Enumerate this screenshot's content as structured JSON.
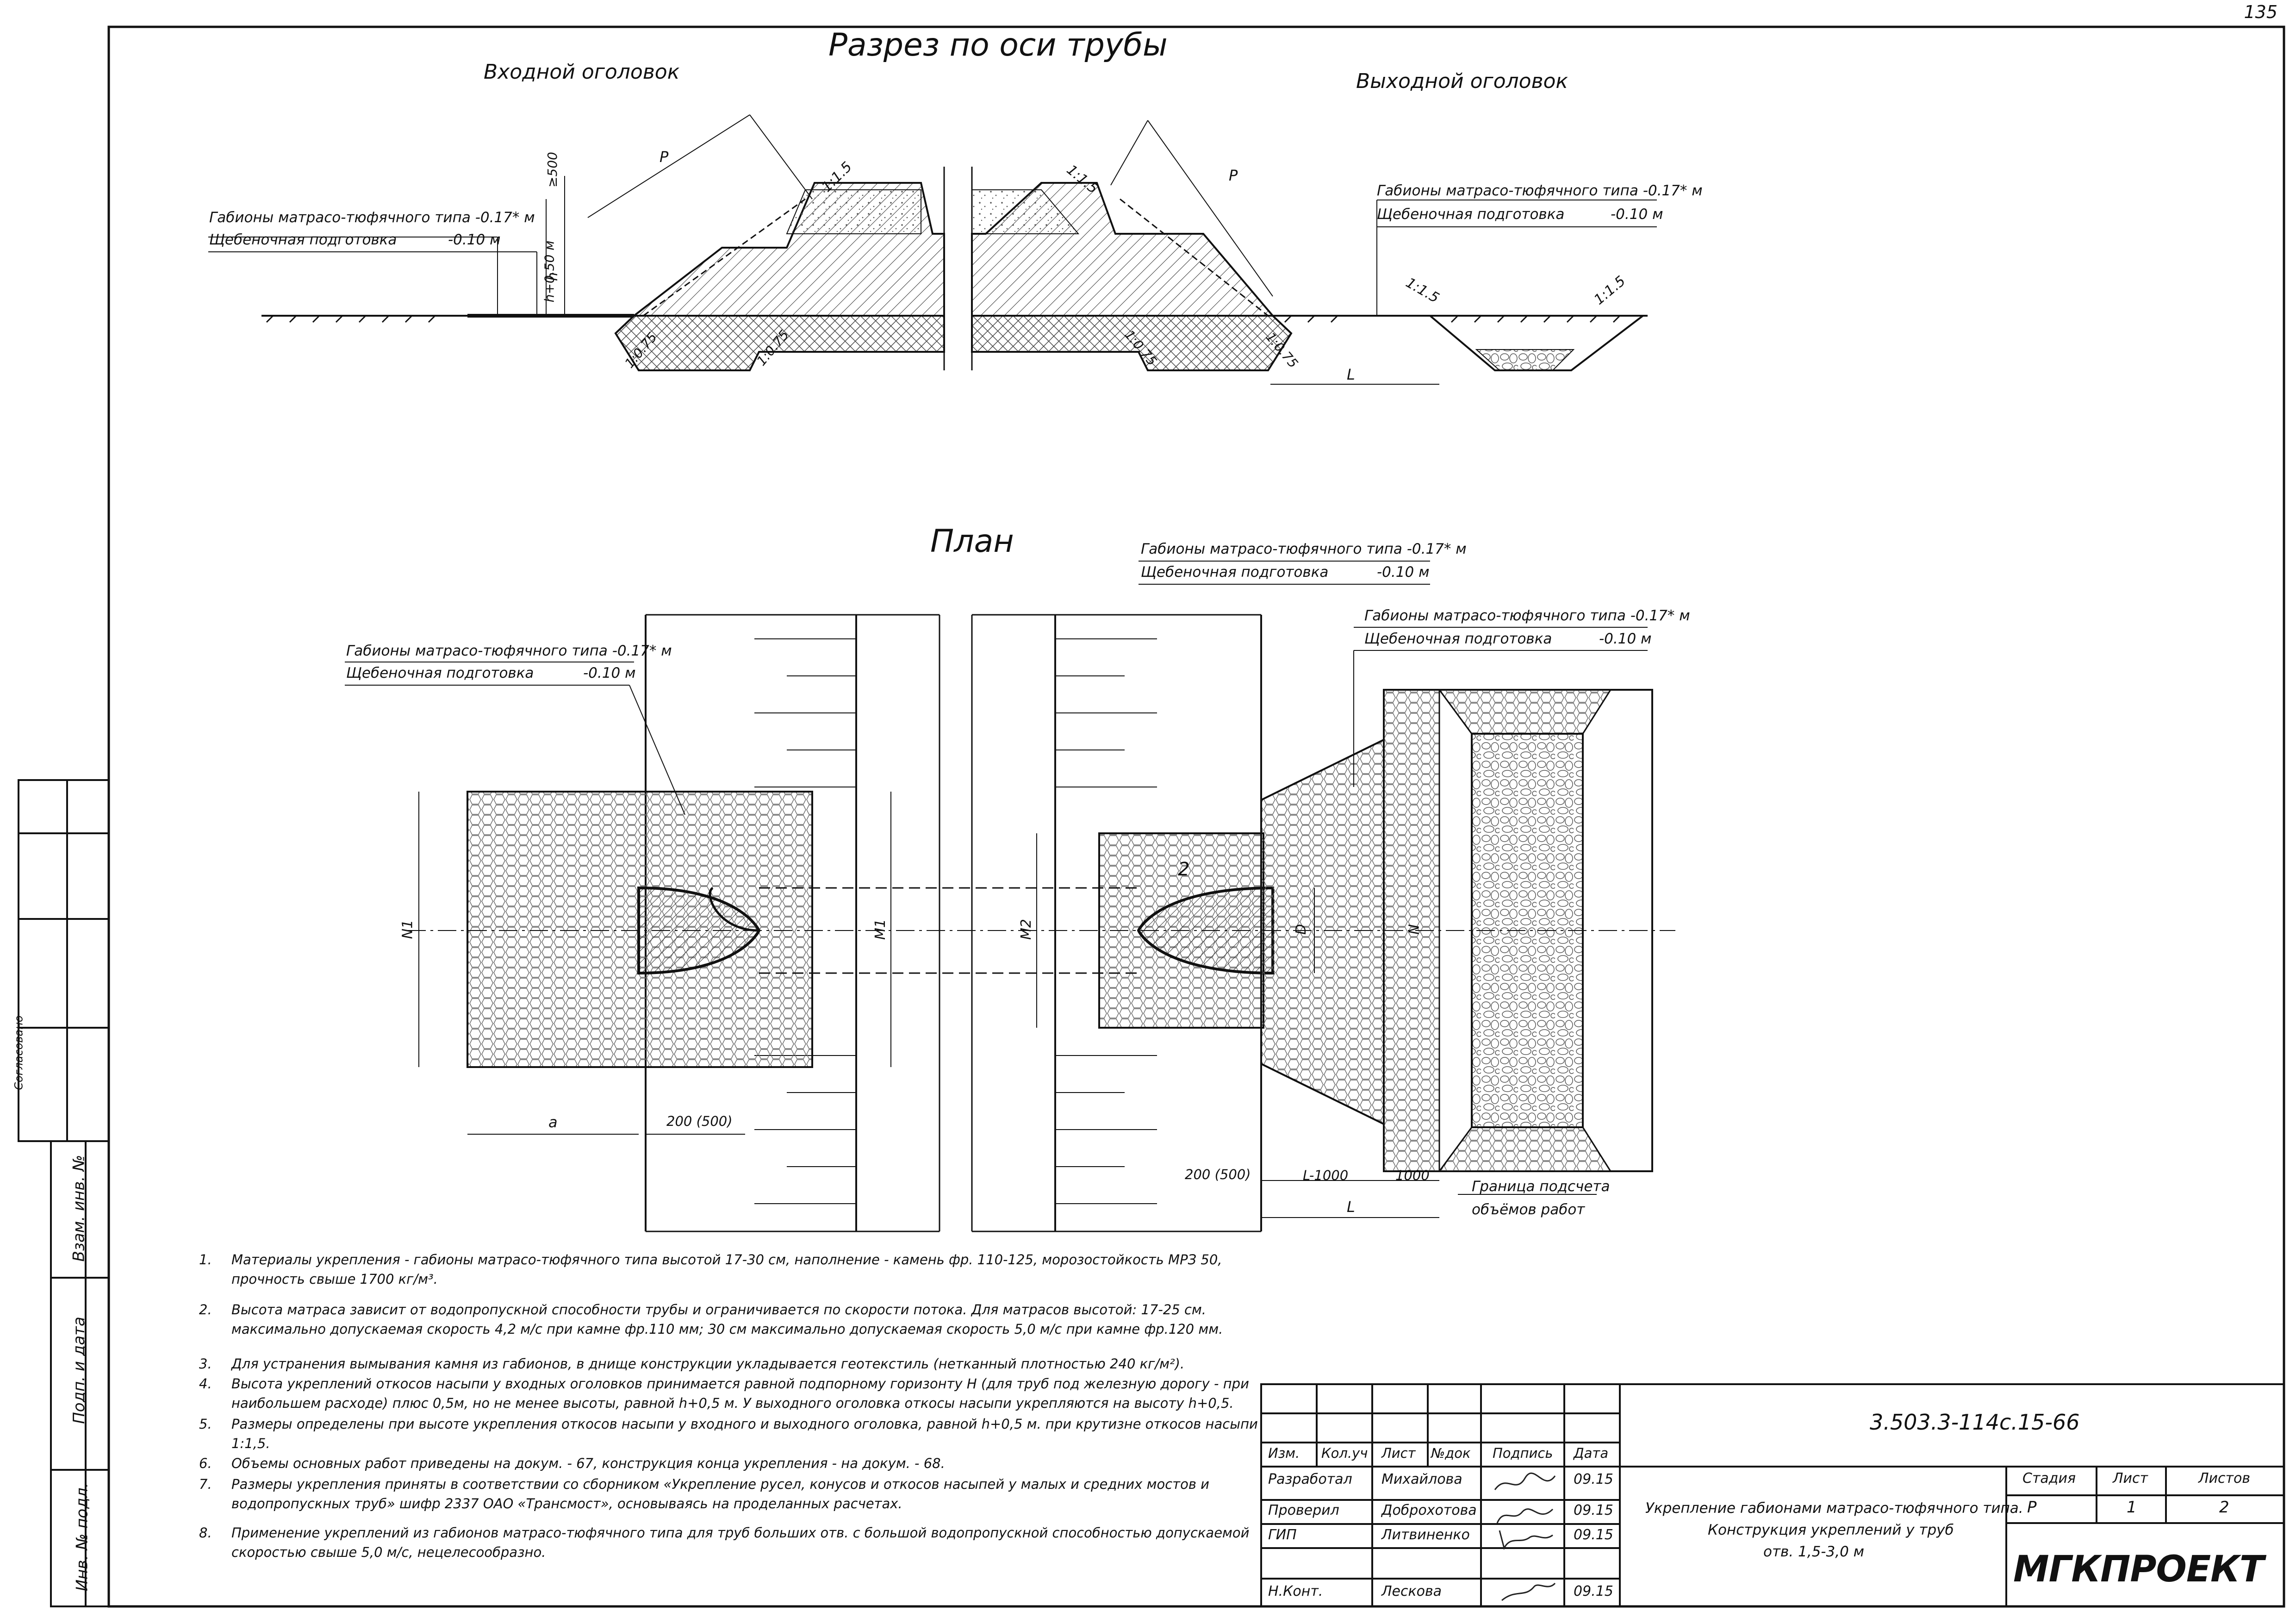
{
  "page_number": "135",
  "section": {
    "title": "Разрез по оси трубы",
    "inlet_label": "Входной оголовок",
    "outlet_label": "Выходной оголовок",
    "gabion_label": "Габионы матрасо-тюфячного типа -0.17* м",
    "gravel_label": "Щебеночная подготовка",
    "gravel_value": "-0.10 м",
    "slope_1_15": "1:1.5",
    "slope_1_075": "1:0.75",
    "dim_p": "P",
    "dim_500": "≥500",
    "dim_h": "h",
    "dim_h050": "h+0.50 м",
    "dim_l": "L"
  },
  "plan": {
    "title": "План",
    "gabion_label": "Габионы матрасо-тюфячного типа -0.17* м",
    "gravel_label": "Щебеночная подготовка",
    "gravel_value": "-0.10 м",
    "dim_n1": "N1",
    "dim_m1": "M1",
    "dim_m2": "M2",
    "dim_d": "D",
    "dim_n": "N",
    "dim_a": "a",
    "dim_200_500_left": "200 (500)",
    "dim_200_500_right": "200 (500)",
    "dim_l1000": "L-1000",
    "dim_1000": "1000",
    "dim_l": "L",
    "marker_2": "2",
    "boundary_line1": "Граница подсчета",
    "boundary_line2": "объёмов работ"
  },
  "notes": [
    {
      "num": "1.",
      "text": "Материалы укрепления - габионы матрасо-тюфячного типа высотой 17-30 см, наполнение - камень фр. 110-125, морозостойкость МРЗ 50, прочность свыше 1700 кг/м³."
    },
    {
      "num": "2.",
      "text": "Высота матраса зависит от водопропускной способности трубы и ограничивается по скорости потока. Для матрасов высотой: 17-25 см. максимально допускаемая скорость 4,2 м/с при камне фр.110 мм; 30 см максимально допускаемая скорость 5,0 м/с при камне фр.120 мм."
    },
    {
      "num": "3.",
      "text": "Для устранения вымывания камня из габионов, в днище конструкции укладывается геотекстиль (нетканный плотностью 240 кг/м²)."
    },
    {
      "num": "4.",
      "text": "Высота укреплений откосов насыпи у входных оголовков принимается равной подпорному горизонту Н (для труб под железную дорогу - при наибольшем расходе) плюс 0,5м, но не менее высоты, равной h+0,5 м. У выходного оголовка откосы насыпи укрепляются на высоту h+0,5."
    },
    {
      "num": "5.",
      "text": "Размеры определены при высоте укрепления откосов насыпи у входного и выходного оголовка, равной h+0,5 м. при крутизне откосов насыпи 1:1,5."
    },
    {
      "num": "6.",
      "text": "Объемы основных работ приведены на докум. - 67, конструкция конца укрепления - на докум. - 68."
    },
    {
      "num": "7.",
      "text": "Размеры укрепления приняты в соответствии со сборником «Укрепление русел, конусов и откосов насыпей у малых и средних мостов и водопропускных труб» шифр 2337 ОАО «Трансмост», основываясь на проделанных расчетах."
    },
    {
      "num": "8.",
      "text": "Применение укреплений из габионов матрасо-тюфячного типа для труб больших отв. с большой водопропускной способностью допускаемой скоростью свыше 5,0 м/с, нецелесообразно."
    }
  ],
  "title_block": {
    "doc_code": "3.503.3-114с.15-66",
    "headers": {
      "izm": "Изм.",
      "kol": "Кол.уч",
      "list": "Лист",
      "ndoc": "№док",
      "sign": "Подпись",
      "date": "Дата"
    },
    "rows": [
      {
        "role": "Разработал",
        "name": "Михайлова",
        "date": "09.15"
      },
      {
        "role": "Проверил",
        "name": "Доброхотова",
        "date": "09.15"
      },
      {
        "role": "ГИП",
        "name": "Литвиненко",
        "date": "09.15"
      },
      {
        "role": "Н.Конт.",
        "name": "Лескова",
        "date": "09.15"
      }
    ],
    "description_line1": "Укрепление габионами матрасо-тюфячного типа.",
    "description_line2": "Конструкция укреплений у труб",
    "description_line3": "отв. 1,5-3,0 м",
    "stage_label": "Стадия",
    "sheet_label": "Лист",
    "sheets_label": "Листов",
    "stage_value": "Р",
    "sheet_value": "1",
    "sheets_value": "2",
    "company": "МГКПРОЕКТ"
  },
  "side_stamp": {
    "inv_podl": "Инв. № подл.",
    "sign_date": "Подп. и дата",
    "vzam_inv": "Взам. инв. №",
    "agreed": "Согласовано"
  }
}
